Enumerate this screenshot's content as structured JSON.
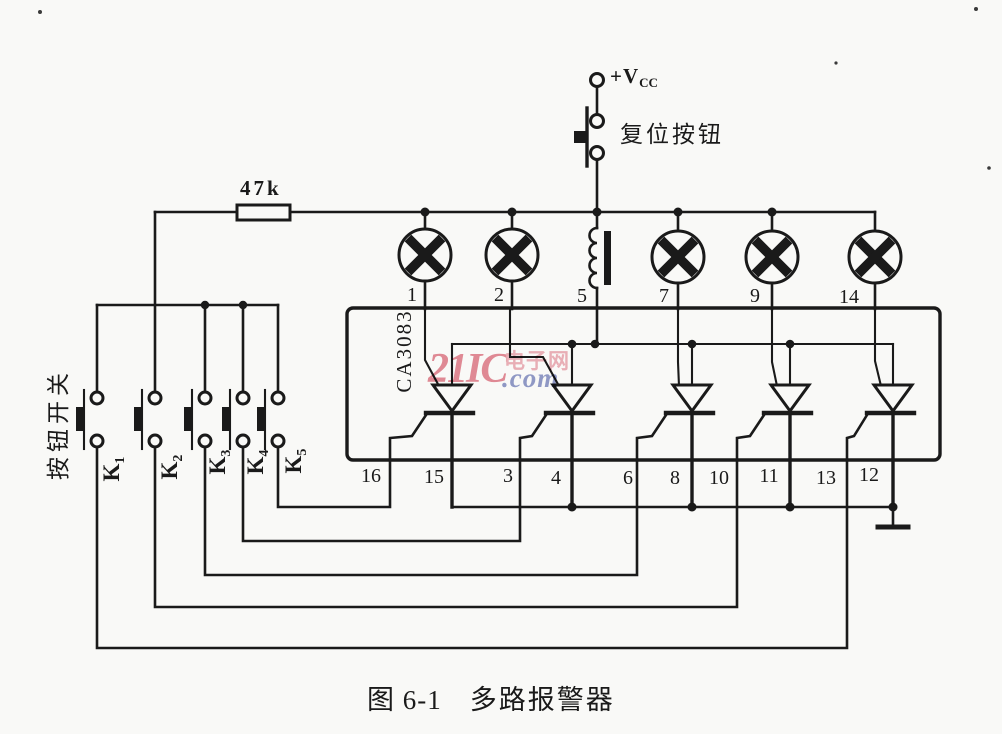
{
  "power": {
    "vcc_label": "+V",
    "vcc_sub": "CC",
    "reset_label": "复位按钮"
  },
  "resistor": {
    "value": "47k"
  },
  "ic": {
    "part": "CA3083",
    "top_pins": [
      "1",
      "2",
      "5",
      "7",
      "9",
      "14"
    ],
    "bottom_pins": [
      "16",
      "15",
      "3",
      "4",
      "6",
      "8",
      "10",
      "11",
      "13",
      "12"
    ]
  },
  "switches": {
    "group_label": "按钮开关",
    "items": [
      {
        "label": "K",
        "sub": "1"
      },
      {
        "label": "K",
        "sub": "2"
      },
      {
        "label": "K",
        "sub": "3"
      },
      {
        "label": "K",
        "sub": "4"
      },
      {
        "label": "K",
        "sub": "5"
      }
    ]
  },
  "watermark": {
    "brand": "21IC",
    "site": "电子网",
    "domain": ".com"
  },
  "caption": {
    "fig": "图 6-1",
    "title": "多路报警器"
  },
  "colors": {
    "line": "#1a1a1a",
    "paper": "#f9f9f7",
    "watermark_pink": "#e2808e",
    "watermark_pink_light": "#ecaab4",
    "watermark_blue": "#8691c6"
  }
}
